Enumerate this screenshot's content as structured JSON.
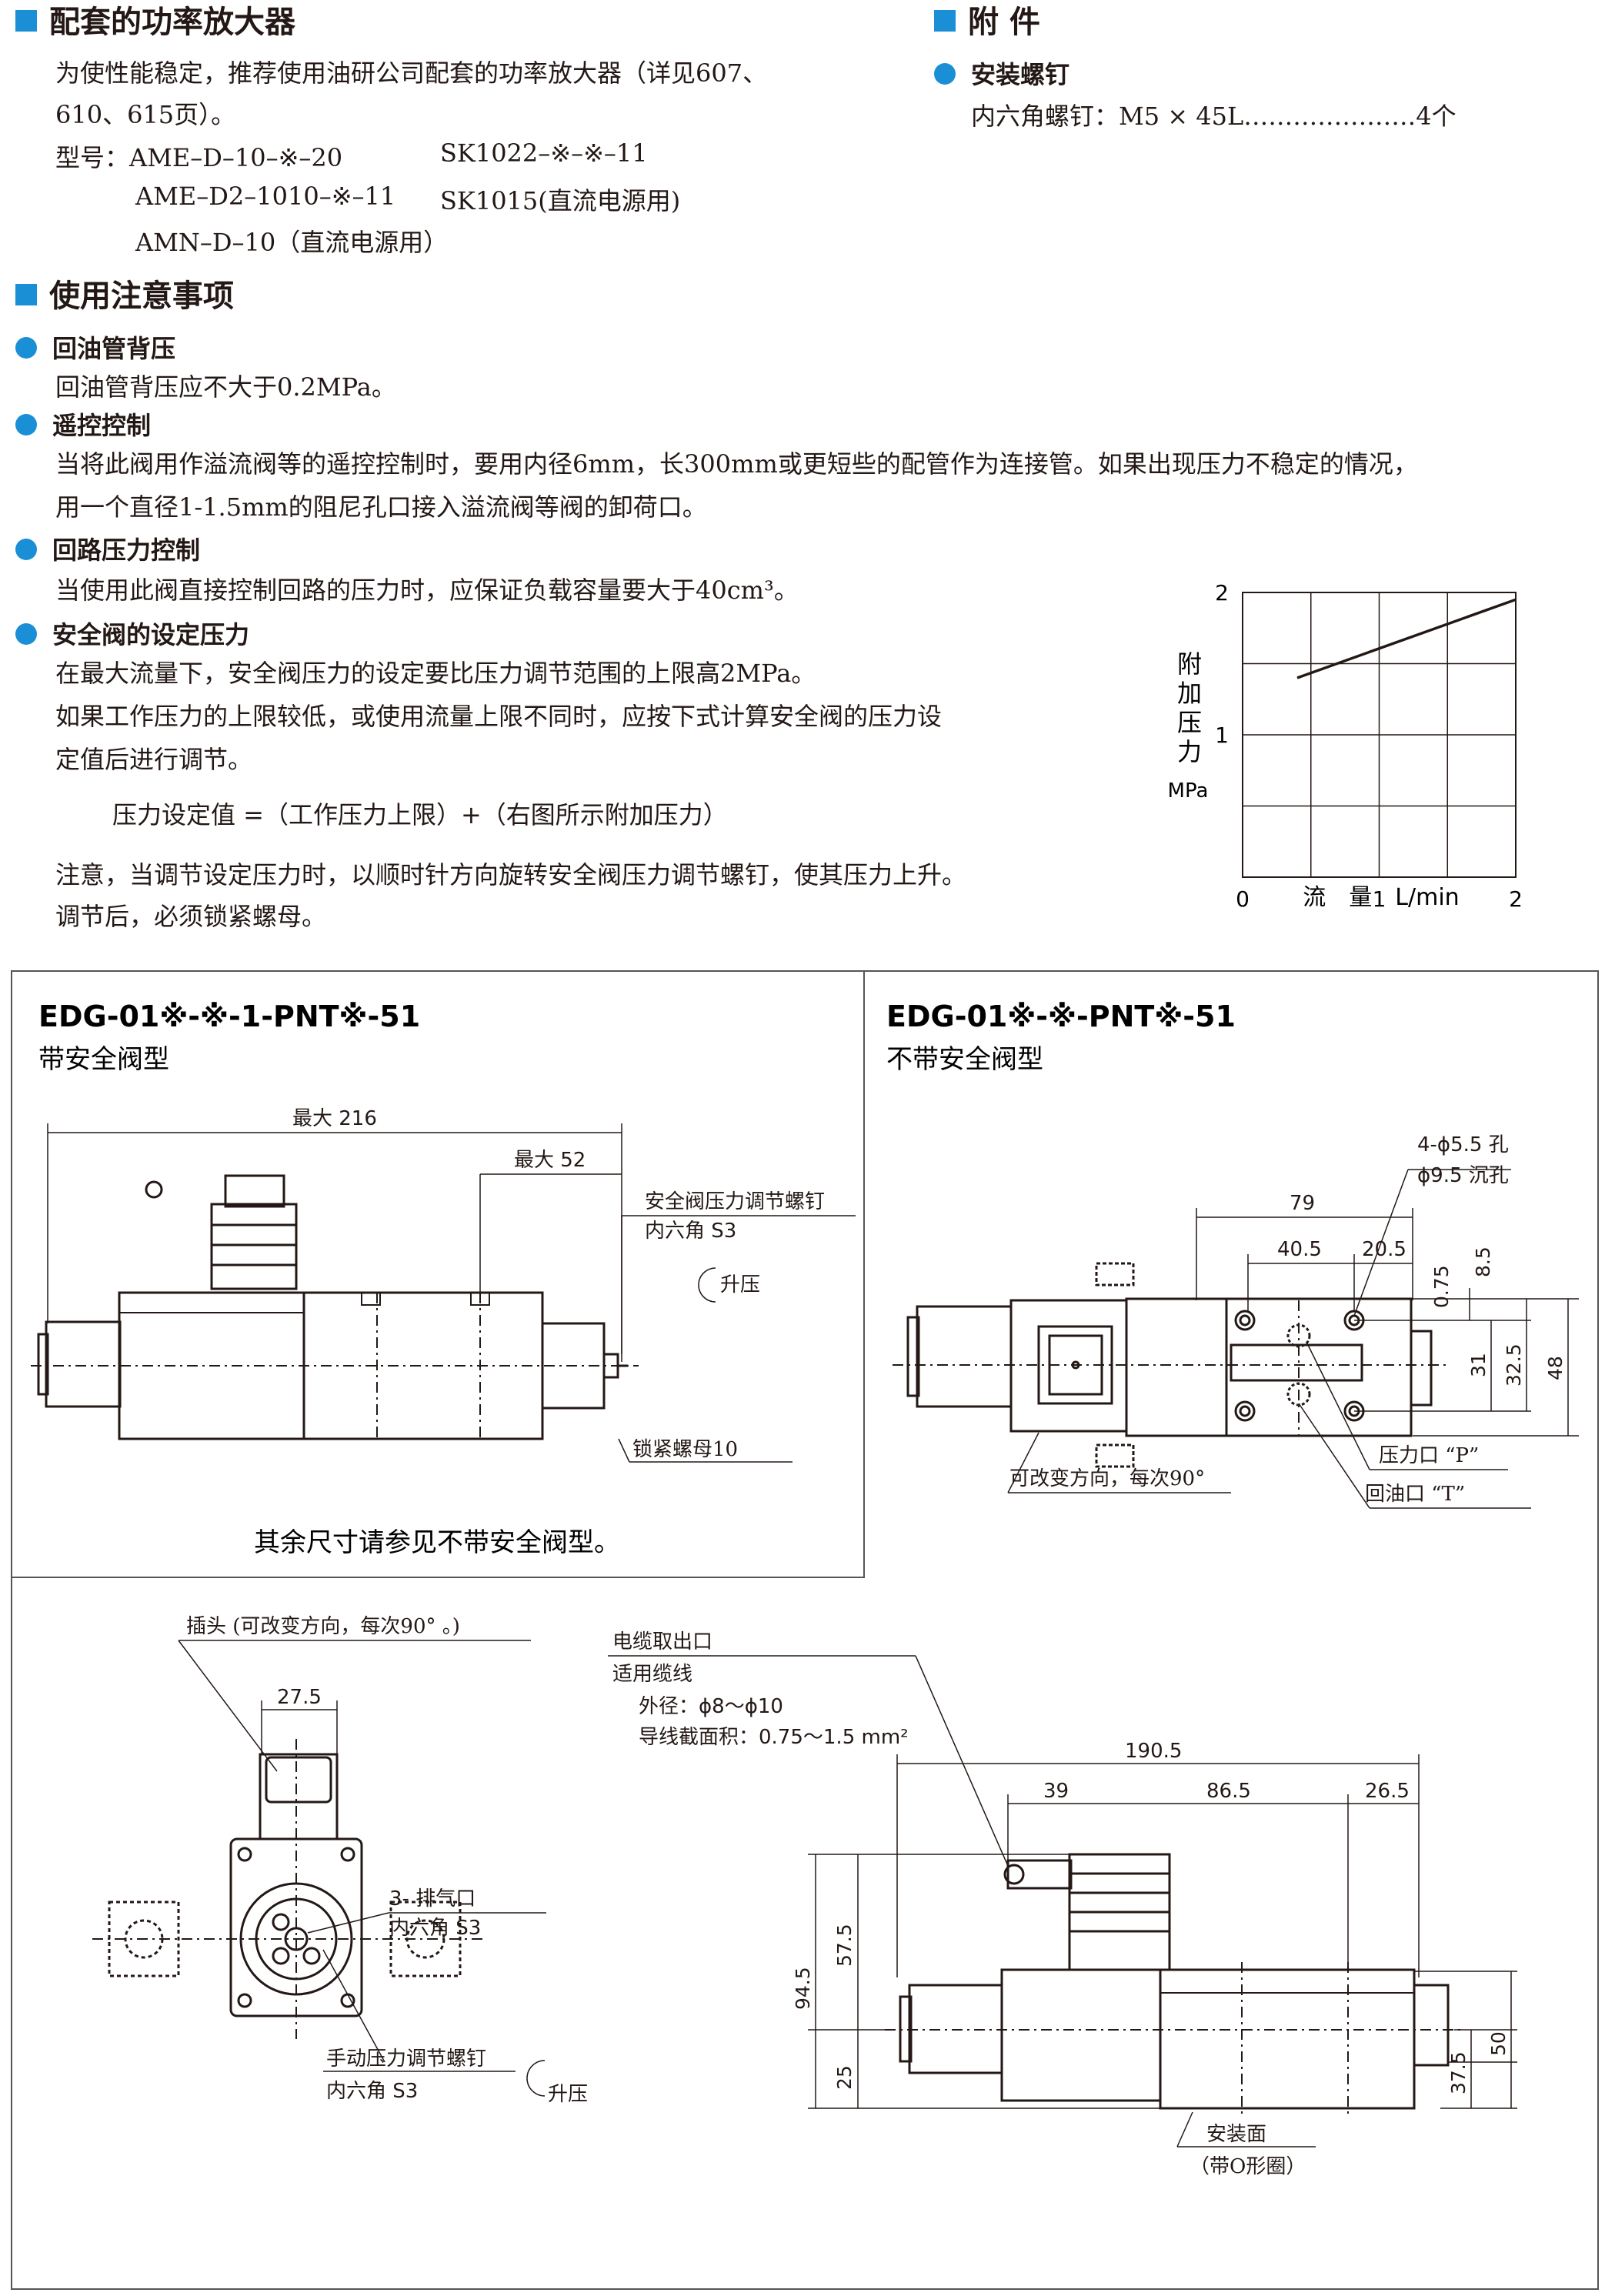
{
  "sections": {
    "amplifier": {
      "title": "配套的功率放大器",
      "lines": [
        "为使性能稳定，推荐使用油研公司配套的功率放大器（详见607、",
        "610、615页）。",
        "型号：AME–D–10–※–20",
        "SK1022–※–※–11",
        "AME–D2–1010–※–11",
        "SK1015(直流电源用)",
        "AMN–D–10（直流电源用）"
      ]
    },
    "accessory": {
      "title": "附 件",
      "item_title": "安装螺钉",
      "item_text": "内六角螺钉：M5 × 45L…………………4个"
    },
    "cautions": {
      "title": "使用注意事项",
      "items": [
        {
          "title": "回油管背压",
          "lines": [
            "回油管背压应不大于0.2MPa。"
          ]
        },
        {
          "title": "遥控控制",
          "lines": [
            "当将此阀用作溢流阀等的遥控控制时，要用内径6mm，长300mm或更短些的配管作为连接管。如果出现压力不稳定的情况，",
            "用一个直径1-1.5mm的阻尼孔口接入溢流阀等阀的卸荷口。"
          ]
        },
        {
          "title": "回路压力控制",
          "lines": [
            "当使用此阀直接控制回路的压力时，应保证负载容量要大于40cm³。"
          ]
        },
        {
          "title": "安全阀的设定压力",
          "lines": [
            "在最大流量下，安全阀压力的设定要比压力调节范围的上限高2MPa。",
            "如果工作压力的上限较低，或使用流量上限不同时，应按下式计算安全阀的压力设",
            "定值后进行调节。",
            "压力设定值 =（工作压力上限）+（右图所示附加压力）",
            "注意，当调节设定压力时，以顺时针方向旋转安全阀压力调节螺钉，使其压力上升。",
            "调节后，必须锁紧螺母。"
          ]
        }
      ]
    }
  },
  "chart_data": {
    "type": "line",
    "x": [
      0.4,
      2.0
    ],
    "y": [
      1.4,
      1.95
    ],
    "xlim": [
      0,
      2
    ],
    "ylim": [
      0,
      2
    ],
    "xticks": [
      "0",
      "1",
      "2"
    ],
    "yticks": [
      "1",
      "2"
    ],
    "xlabel": "流　量　L/min",
    "ylabel_chars": [
      "附",
      "加",
      "压",
      "力"
    ],
    "ylabel_unit": "MPa",
    "grid": true
  },
  "drawings": {
    "left_model": "EDG-01※-※-1-PNT※-51",
    "left_subtitle": "带安全阀型",
    "right_model": "EDG-01※-※-PNT※-51",
    "right_subtitle": "不带安全阀型",
    "note": "其余尺寸请参见不带安全阀型。",
    "labels": {
      "max216": "最大 216",
      "max52": "最大 52",
      "relief_screw": "安全阀压力调节螺钉",
      "hex_s3": "内六角 S3",
      "raise": "升压",
      "lock_nut": "锁紧螺母10",
      "holes1": "4-ϕ5.5 孔",
      "holes2": "ϕ9.5 沉孔",
      "d79": "79",
      "d405": "40.5",
      "d205": "20.5",
      "d075": "0.75",
      "d85": "8.5",
      "d31": "31",
      "d325": "32.5",
      "d48": "48",
      "port_p": "压力口 “P”",
      "port_t": "回油口 “T”",
      "rotate": "可改变方向，每次90°",
      "plug": "插头 (可改变方向，每次90° 。)",
      "d275": "27.5",
      "bleed": "3- 排气口",
      "hex_s3b": "内六角 S3",
      "manual": "手动压力调节螺钉",
      "hex_s3c": "内六角 S3",
      "raise2": "升压",
      "cable1": "电缆取出口",
      "cable2": "适用缆线",
      "cable3": "外径：ϕ8～ϕ10",
      "cable4": "导线截面积：0.75～1.5 mm²",
      "d1905": "190.5",
      "d39": "39",
      "d865": "86.5",
      "d265": "26.5",
      "d945": "94.5",
      "d575": "57.5",
      "d25": "25",
      "d375": "37.5",
      "d50": "50",
      "mount1": "安装面",
      "mount2": "（带O形圈）"
    }
  },
  "colors": {
    "accent": "#1a8fd6",
    "ink": "#231815",
    "frame": "#555555"
  }
}
